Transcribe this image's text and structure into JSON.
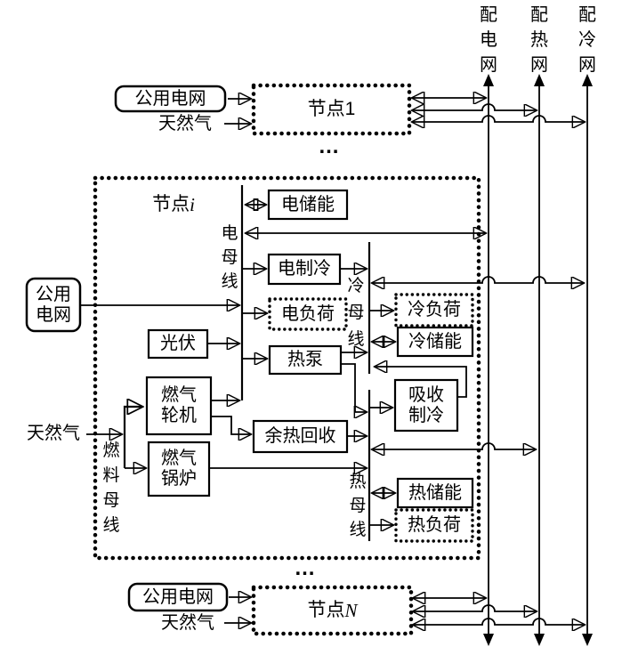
{
  "figure": {
    "background": "#ffffff",
    "line_color": "#000000",
    "ellipsis": "…",
    "networks": {
      "power": "配电网",
      "heat": "配热网",
      "cooling": "配冷网"
    },
    "node1": {
      "title": "节点1",
      "grid_source": "公用电网",
      "gas_source": "天然气"
    },
    "nodeN": {
      "title_prefix": "节点",
      "title_var": "N",
      "grid_source": "公用电网",
      "gas_source": "天然气"
    },
    "node_i": {
      "title_prefix": "节点",
      "title_var": "i",
      "grid_source": "公用电网",
      "gas_source": "天然气",
      "buses": {
        "electric": "电母线",
        "cooling": "冷母线",
        "heat": "热母线",
        "fuel": "燃料母线"
      },
      "components": {
        "electric_storage": "电储能",
        "electric_chiller": "电制冷",
        "electric_load": "电负荷",
        "pv": "光伏",
        "heat_pump": "热泵",
        "gas_turbine": "燃气轮机",
        "gas_boiler": "燃气锅炉",
        "waste_heat_recovery": "余热回收",
        "cooling_load": "冷负荷",
        "cooling_storage": "冷储能",
        "absorption_chiller": "吸收制冷",
        "heat_storage": "热储能",
        "heat_load": "热负荷"
      }
    }
  }
}
